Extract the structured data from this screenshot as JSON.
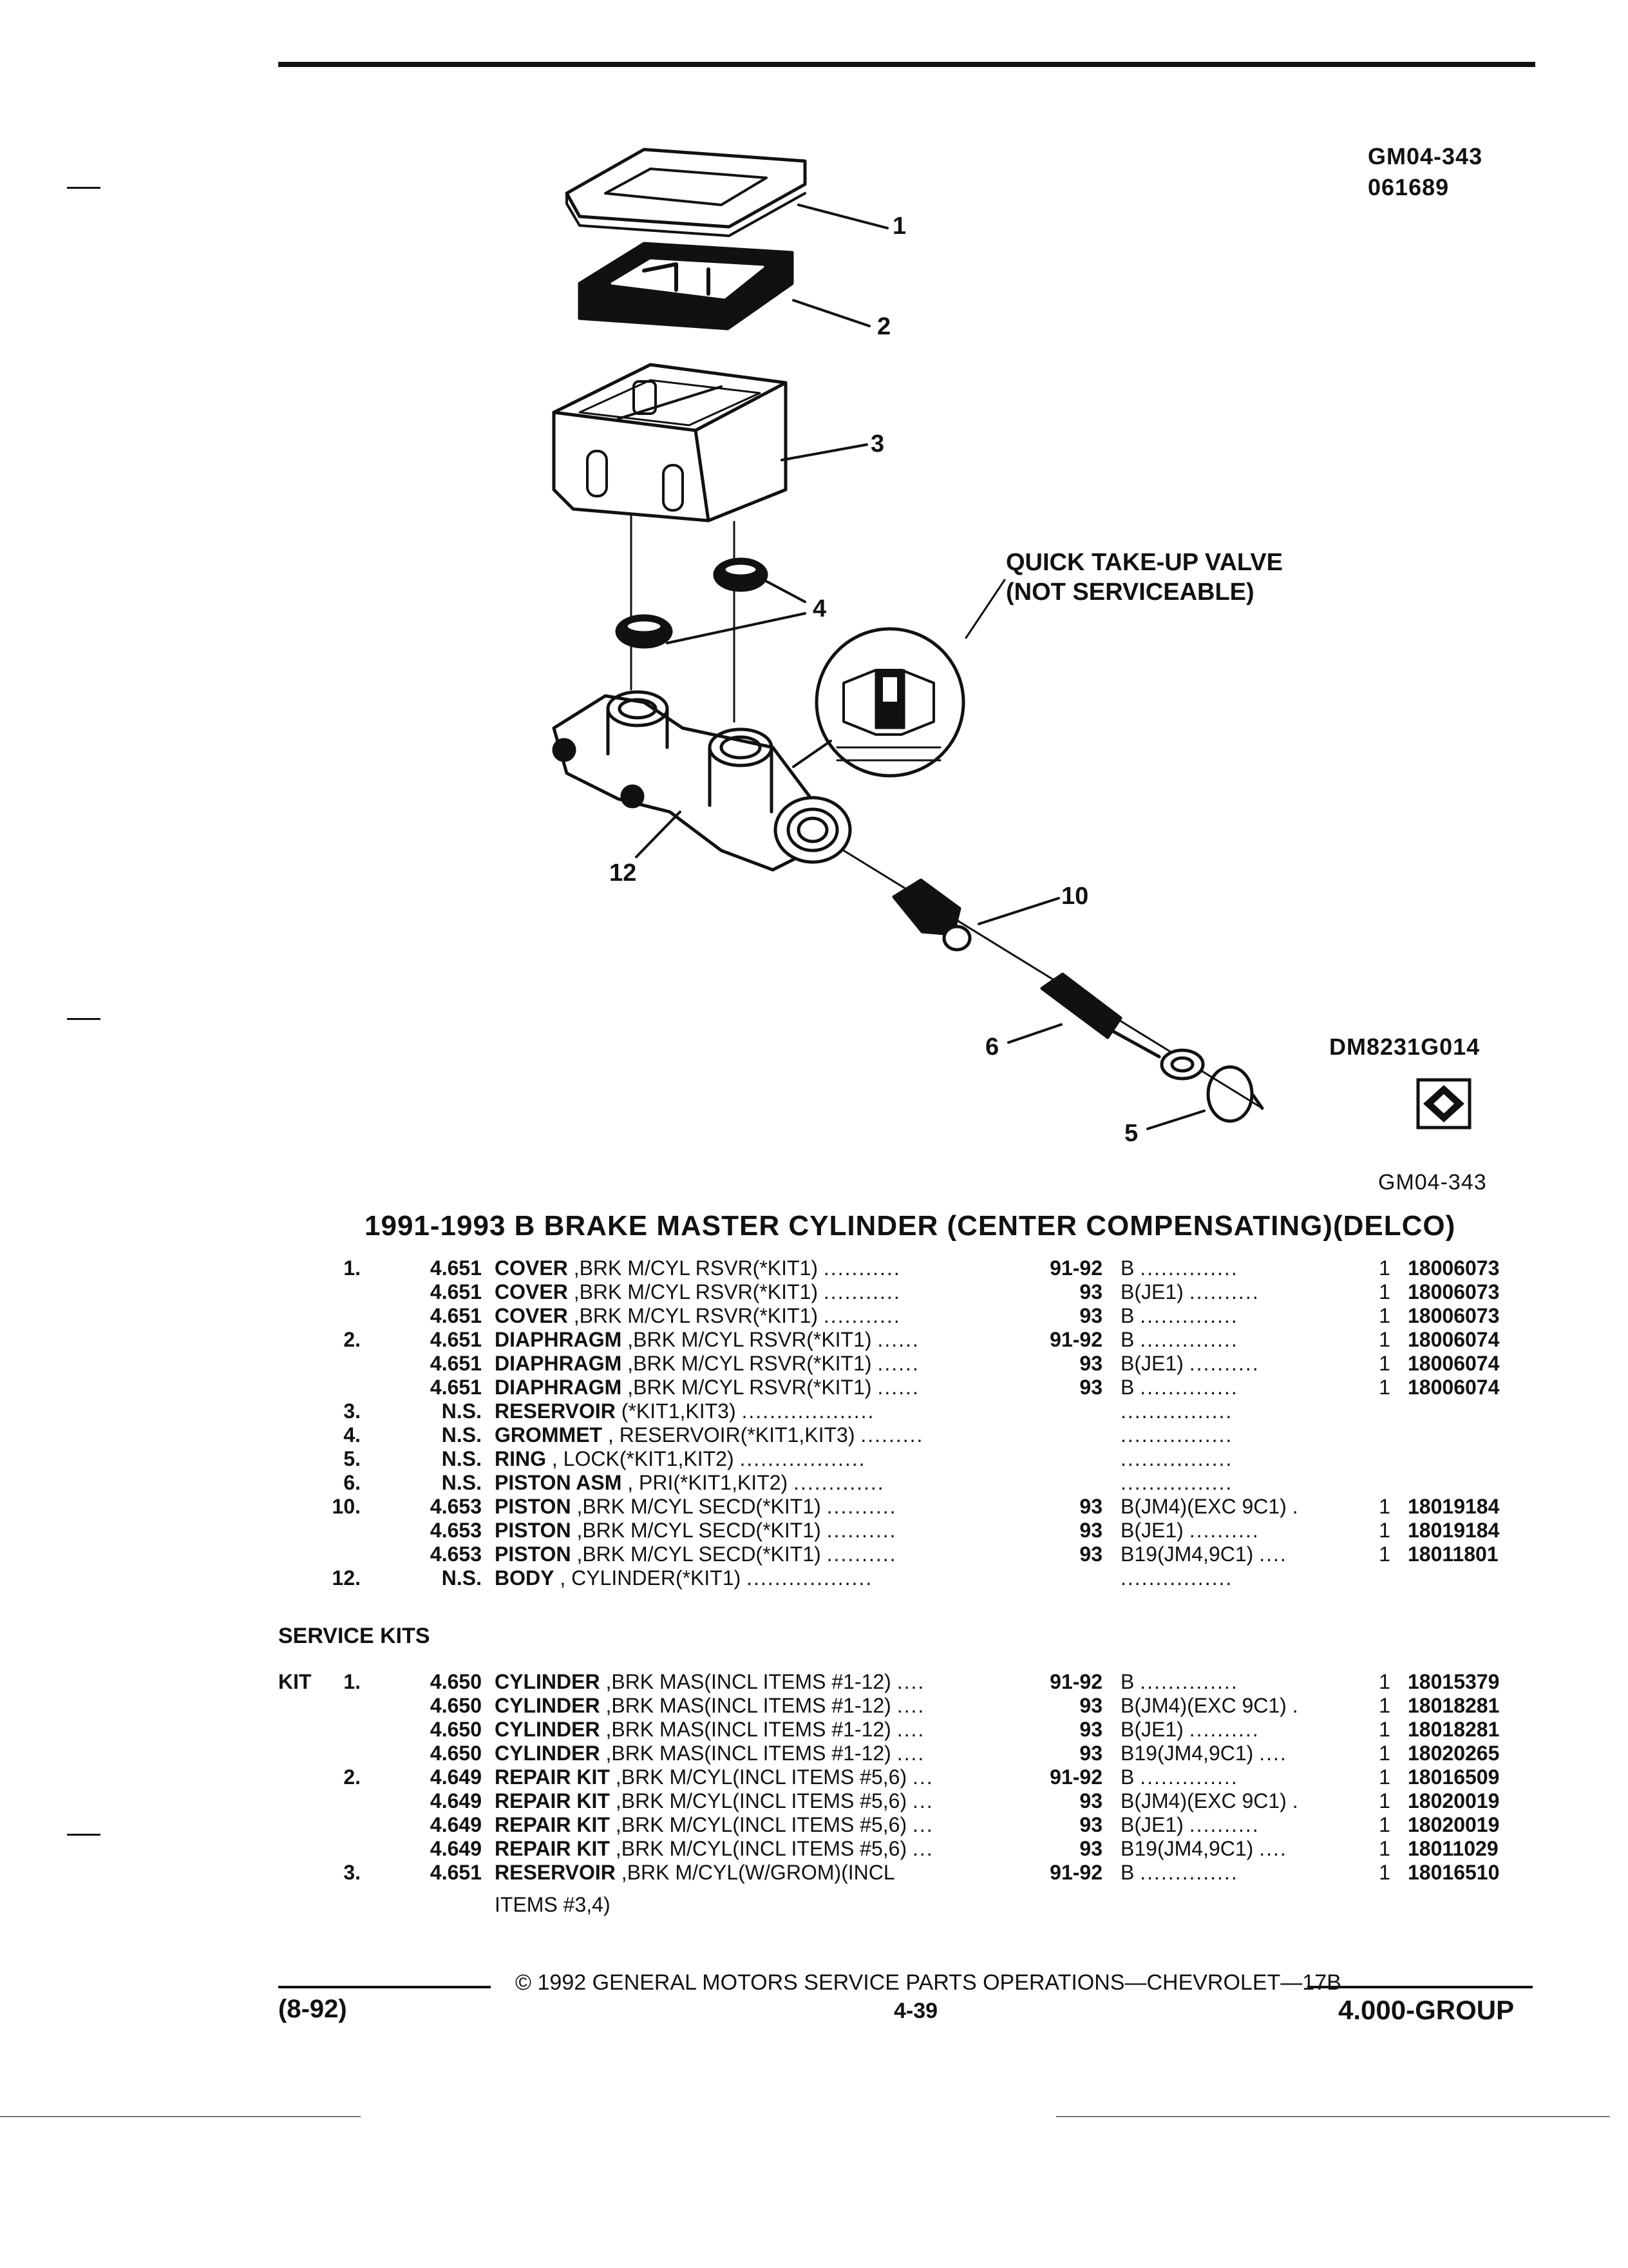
{
  "header": {
    "ref_code": "GM04-343",
    "date_code": "061689"
  },
  "diagram": {
    "callouts": [
      "1",
      "2",
      "3",
      "4",
      "10",
      "12",
      "6",
      "5"
    ],
    "valve_note_line1": "QUICK TAKE-UP VALVE",
    "valve_note_line2": "(NOT SERVICEABLE)",
    "drawing_code": "DM8231G014",
    "ref_code_lower": "GM04-343"
  },
  "title": "1991-1993 B BRAKE MASTER CYLINDER (CENTER COMPENSATING)(DELCO)",
  "parts": [
    {
      "item": "1.",
      "group": "4.651",
      "name": "COVER",
      "desc": ",BRK M/CYL RSVR(*KIT1)",
      "dots": "...........",
      "years": "91-92",
      "app": "B",
      "appdots": "..............",
      "qty": "1",
      "part": "18006073"
    },
    {
      "item": "",
      "group": "4.651",
      "name": "COVER",
      "desc": ",BRK M/CYL RSVR(*KIT1)",
      "dots": "...........",
      "years": "93",
      "app": "B(JE1)",
      "appdots": "..........",
      "qty": "1",
      "part": "18006073"
    },
    {
      "item": "",
      "group": "4.651",
      "name": "COVER",
      "desc": ",BRK M/CYL RSVR(*KIT1)",
      "dots": "...........",
      "years": "93",
      "app": "B",
      "appdots": "..............",
      "qty": "1",
      "part": "18006073"
    },
    {
      "item": "2.",
      "group": "4.651",
      "name": "DIAPHRAGM",
      "desc": ",BRK M/CYL RSVR(*KIT1)",
      "dots": "......",
      "years": "91-92",
      "app": "B",
      "appdots": "..............",
      "qty": "1",
      "part": "18006074"
    },
    {
      "item": "",
      "group": "4.651",
      "name": "DIAPHRAGM",
      "desc": ",BRK M/CYL RSVR(*KIT1)",
      "dots": "......",
      "years": "93",
      "app": "B(JE1)",
      "appdots": "..........",
      "qty": "1",
      "part": "18006074"
    },
    {
      "item": "",
      "group": "4.651",
      "name": "DIAPHRAGM",
      "desc": ",BRK M/CYL RSVR(*KIT1)",
      "dots": "......",
      "years": "93",
      "app": "B",
      "appdots": "..............",
      "qty": "1",
      "part": "18006074"
    },
    {
      "item": "3.",
      "group": "N.S.",
      "name": "RESERVOIR",
      "desc": "(*KIT1,KIT3)",
      "dots": "...................",
      "years": "",
      "app": "",
      "appdots": "................",
      "qty": "",
      "part": ""
    },
    {
      "item": "4.",
      "group": "N.S.",
      "name": "GROMMET",
      "desc": ", RESERVOIR(*KIT1,KIT3)",
      "dots": ".........",
      "years": "",
      "app": "",
      "appdots": "................",
      "qty": "",
      "part": ""
    },
    {
      "item": "5.",
      "group": "N.S.",
      "name": "RING",
      "desc": ", LOCK(*KIT1,KIT2)",
      "dots": "..................",
      "years": "",
      "app": "",
      "appdots": "................",
      "qty": "",
      "part": ""
    },
    {
      "item": "6.",
      "group": "N.S.",
      "name": "PISTON ASM",
      "desc": ", PRI(*KIT1,KIT2)",
      "dots": ".............",
      "years": "",
      "app": "",
      "appdots": "................",
      "qty": "",
      "part": ""
    },
    {
      "item": "10.",
      "group": "4.653",
      "name": "PISTON",
      "desc": ",BRK M/CYL SECD(*KIT1)",
      "dots": "..........",
      "years": "93",
      "app": "B(JM4)(EXC 9C1)",
      "appdots": ".",
      "qty": "1",
      "part": "18019184"
    },
    {
      "item": "",
      "group": "4.653",
      "name": "PISTON",
      "desc": ",BRK M/CYL SECD(*KIT1)",
      "dots": "..........",
      "years": "93",
      "app": "B(JE1)",
      "appdots": "..........",
      "qty": "1",
      "part": "18019184"
    },
    {
      "item": "",
      "group": "4.653",
      "name": "PISTON",
      "desc": ",BRK M/CYL SECD(*KIT1)",
      "dots": "..........",
      "years": "93",
      "app": "B19(JM4,9C1)",
      "appdots": "....",
      "qty": "1",
      "part": "18011801"
    },
    {
      "item": "12.",
      "group": "N.S.",
      "name": "BODY",
      "desc": ", CYLINDER(*KIT1)",
      "dots": "..................",
      "years": "",
      "app": "",
      "appdots": "................",
      "qty": "",
      "part": ""
    }
  ],
  "service_kits_heading": "SERVICE KITS",
  "kit_label": "KIT",
  "kits": [
    {
      "item": "1.",
      "group": "4.650",
      "name": "CYLINDER",
      "desc": ",BRK MAS(INCL ITEMS #1-12)",
      "dots": "....",
      "years": "91-92",
      "app": "B",
      "appdots": "..............",
      "qty": "1",
      "part": "18015379"
    },
    {
      "item": "",
      "group": "4.650",
      "name": "CYLINDER",
      "desc": ",BRK MAS(INCL ITEMS #1-12)",
      "dots": "....",
      "years": "93",
      "app": "B(JM4)(EXC 9C1)",
      "appdots": ".",
      "qty": "1",
      "part": "18018281"
    },
    {
      "item": "",
      "group": "4.650",
      "name": "CYLINDER",
      "desc": ",BRK MAS(INCL ITEMS #1-12)",
      "dots": "....",
      "years": "93",
      "app": "B(JE1)",
      "appdots": "..........",
      "qty": "1",
      "part": "18018281"
    },
    {
      "item": "",
      "group": "4.650",
      "name": "CYLINDER",
      "desc": ",BRK MAS(INCL ITEMS #1-12)",
      "dots": "....",
      "years": "93",
      "app": "B19(JM4,9C1)",
      "appdots": "....",
      "qty": "1",
      "part": "18020265"
    },
    {
      "item": "2.",
      "group": "4.649",
      "name": "REPAIR KIT",
      "desc": ",BRK M/CYL(INCL ITEMS #5,6)",
      "dots": "...",
      "years": "91-92",
      "app": "B",
      "appdots": "..............",
      "qty": "1",
      "part": "18016509"
    },
    {
      "item": "",
      "group": "4.649",
      "name": "REPAIR KIT",
      "desc": ",BRK M/CYL(INCL ITEMS #5,6)",
      "dots": "...",
      "years": "93",
      "app": "B(JM4)(EXC 9C1)",
      "appdots": ".",
      "qty": "1",
      "part": "18020019"
    },
    {
      "item": "",
      "group": "4.649",
      "name": "REPAIR KIT",
      "desc": ",BRK M/CYL(INCL ITEMS #5,6)",
      "dots": "...",
      "years": "93",
      "app": "B(JE1)",
      "appdots": "..........",
      "qty": "1",
      "part": "18020019"
    },
    {
      "item": "",
      "group": "4.649",
      "name": "REPAIR KIT",
      "desc": ",BRK M/CYL(INCL ITEMS #5,6)",
      "dots": "...",
      "years": "93",
      "app": "B19(JM4,9C1)",
      "appdots": "....",
      "qty": "1",
      "part": "18011029"
    },
    {
      "item": "3.",
      "group": "4.651",
      "name": "RESERVOIR",
      "desc": ",BRK M/CYL(W/GROM)(INCL",
      "dots": "",
      "years": "91-92",
      "app": "B",
      "appdots": "..............",
      "qty": "1",
      "part": "18016510"
    }
  ],
  "kit3_continuation": "ITEMS #3,4)",
  "footer": {
    "copyright": "© 1992 GENERAL MOTORS SERVICE PARTS OPERATIONS—CHEVROLET—17B",
    "date": "(8-92)",
    "page": "4-39",
    "group": "4.000-GROUP"
  }
}
